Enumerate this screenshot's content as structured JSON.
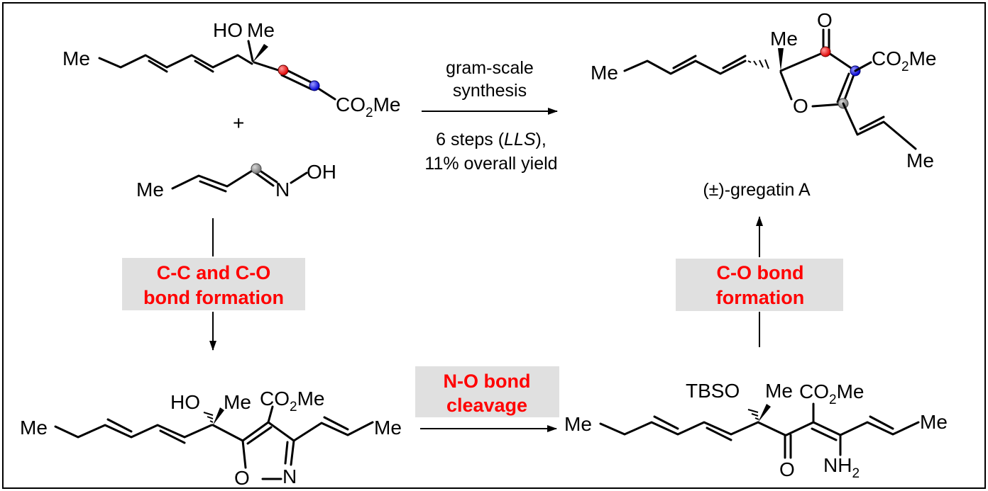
{
  "labels": {
    "me": "Me",
    "ho": "HO",
    "co2me_main": "CO",
    "co2me_sub": "2",
    "co2me_tail": "Me",
    "oh": "OH",
    "n": "N",
    "o": "O",
    "plus": "+",
    "tbso": "TBSO",
    "nh_main": "NH",
    "nh_sub": "2"
  },
  "arrow_top": {
    "line1": "gram-scale",
    "line2": "synthesis",
    "line3_pre": "6 steps (",
    "line3_ital": "LLS",
    "line3_post": "),",
    "line4": "11% overall yield"
  },
  "product_name": "(±)-gregatin A",
  "steps": {
    "left_line1": "C-C and C-O",
    "left_line2": "bond formation",
    "bottom_line1": "N-O bond",
    "bottom_line2": "cleavage",
    "right_line1": "C-O bond",
    "right_line2": "formation"
  },
  "colors": {
    "step_text": "#ff0000",
    "step_box": "#e0e0e0",
    "atom_red": "#ff0000",
    "atom_blue": "#1a1aff",
    "atom_gray": "#8c8c8c"
  }
}
